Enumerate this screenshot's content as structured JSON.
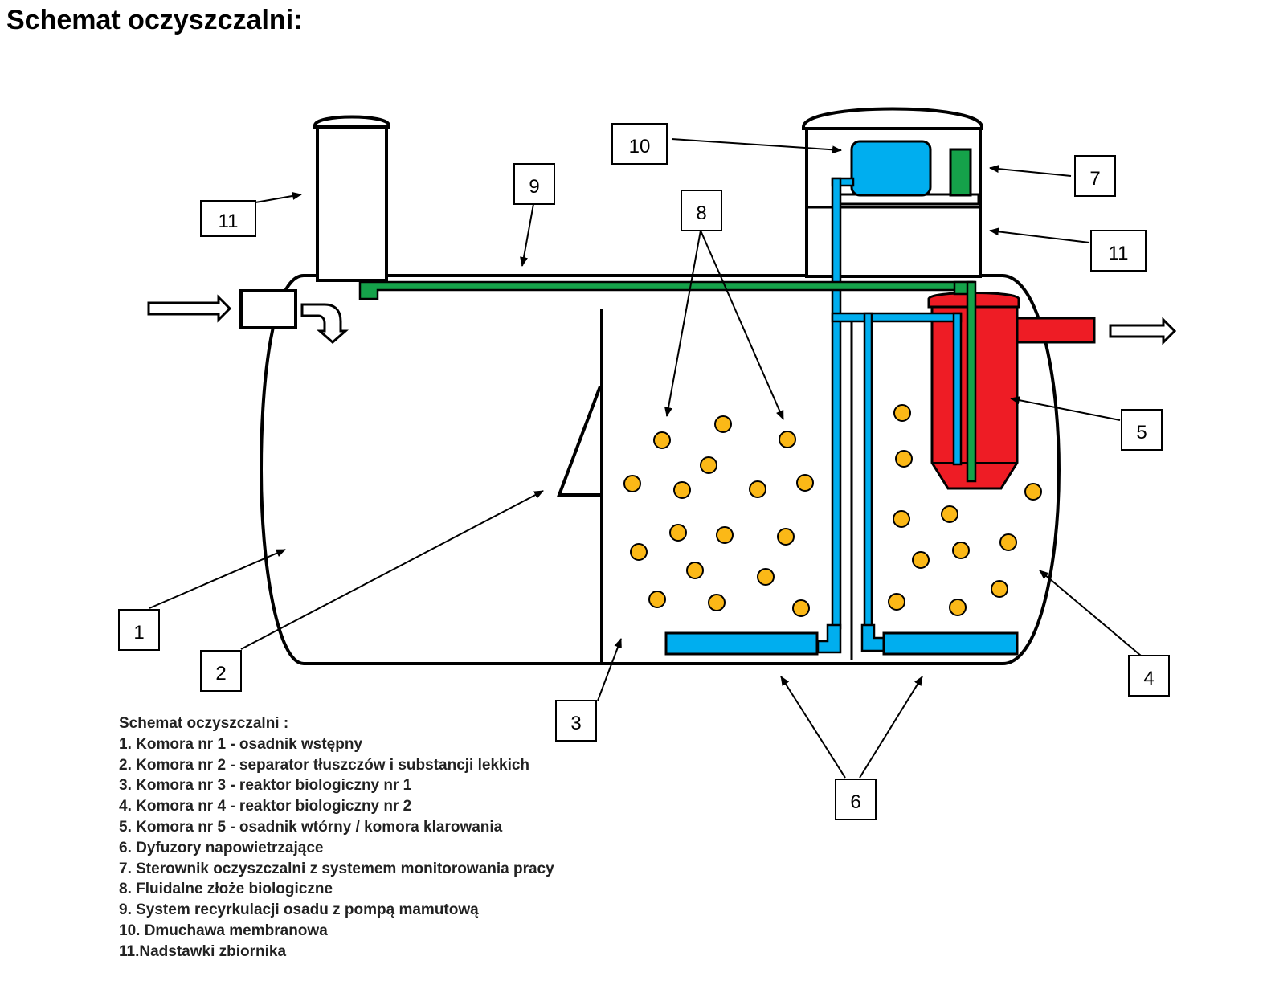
{
  "page": {
    "title": "Schemat oczyszczalni:"
  },
  "diagram": {
    "callouts": [
      "1",
      "2",
      "3",
      "4",
      "5",
      "6",
      "7",
      "8",
      "9",
      "10",
      "11",
      "11"
    ],
    "colors": {
      "outline": "#000000",
      "pipe_blue": "#00aeef",
      "recirculation_green": "#15a24a",
      "separator_red": "#ee1c25",
      "media_yellow": "#fbb817",
      "shaft_fill": "#ffffff"
    }
  },
  "legend": {
    "heading": "Schemat oczyszczalni :",
    "items": [
      "1. Komora nr 1 - osadnik wstępny",
      "2. Komora nr 2 - separator tłuszczów i substancji lekkich",
      "3. Komora nr 3 - reaktor biologiczny nr 1",
      "4. Komora nr 4 - reaktor biologiczny nr 2",
      "5. Komora nr 5 - osadnik wtórny / komora klarowania",
      "6. Dyfuzory napowietrzające",
      "7. Sterownik oczyszczalni z systemem monitorowania pracy",
      "8. Fluidalne złoże biologiczne",
      "9. System recyrkulacji osadu z pompą mamutową",
      "10. Dmuchawa membranowa",
      "11.Nadstawki zbiornika"
    ]
  }
}
